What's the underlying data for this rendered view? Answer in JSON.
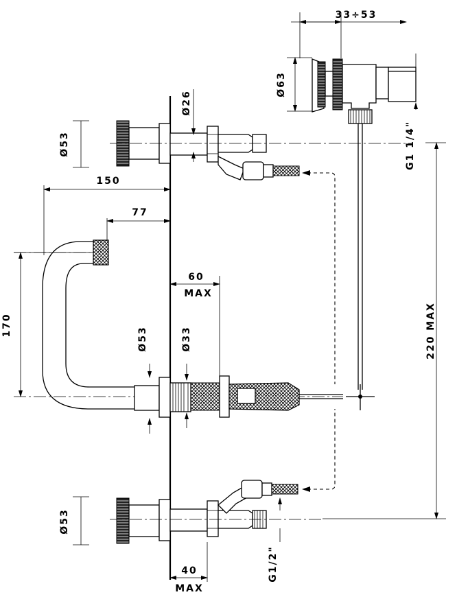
{
  "dimensions": {
    "d_33_53": "33÷53",
    "d_o63": "Ø63",
    "d_o26": "Ø26",
    "d_o53_top": "Ø53",
    "d_150": "150",
    "d_77": "77",
    "d_170": "170",
    "d_60": "60",
    "d_max_60": "MAX",
    "d_o53_mid": "Ø53",
    "d_o33": "Ø33",
    "d_g114": "G1 1/4\"",
    "d_220max": "220 MAX",
    "d_o53_bot": "Ø53",
    "d_g12": "G1/2\"",
    "d_40": "40",
    "d_max_40": "MAX"
  }
}
